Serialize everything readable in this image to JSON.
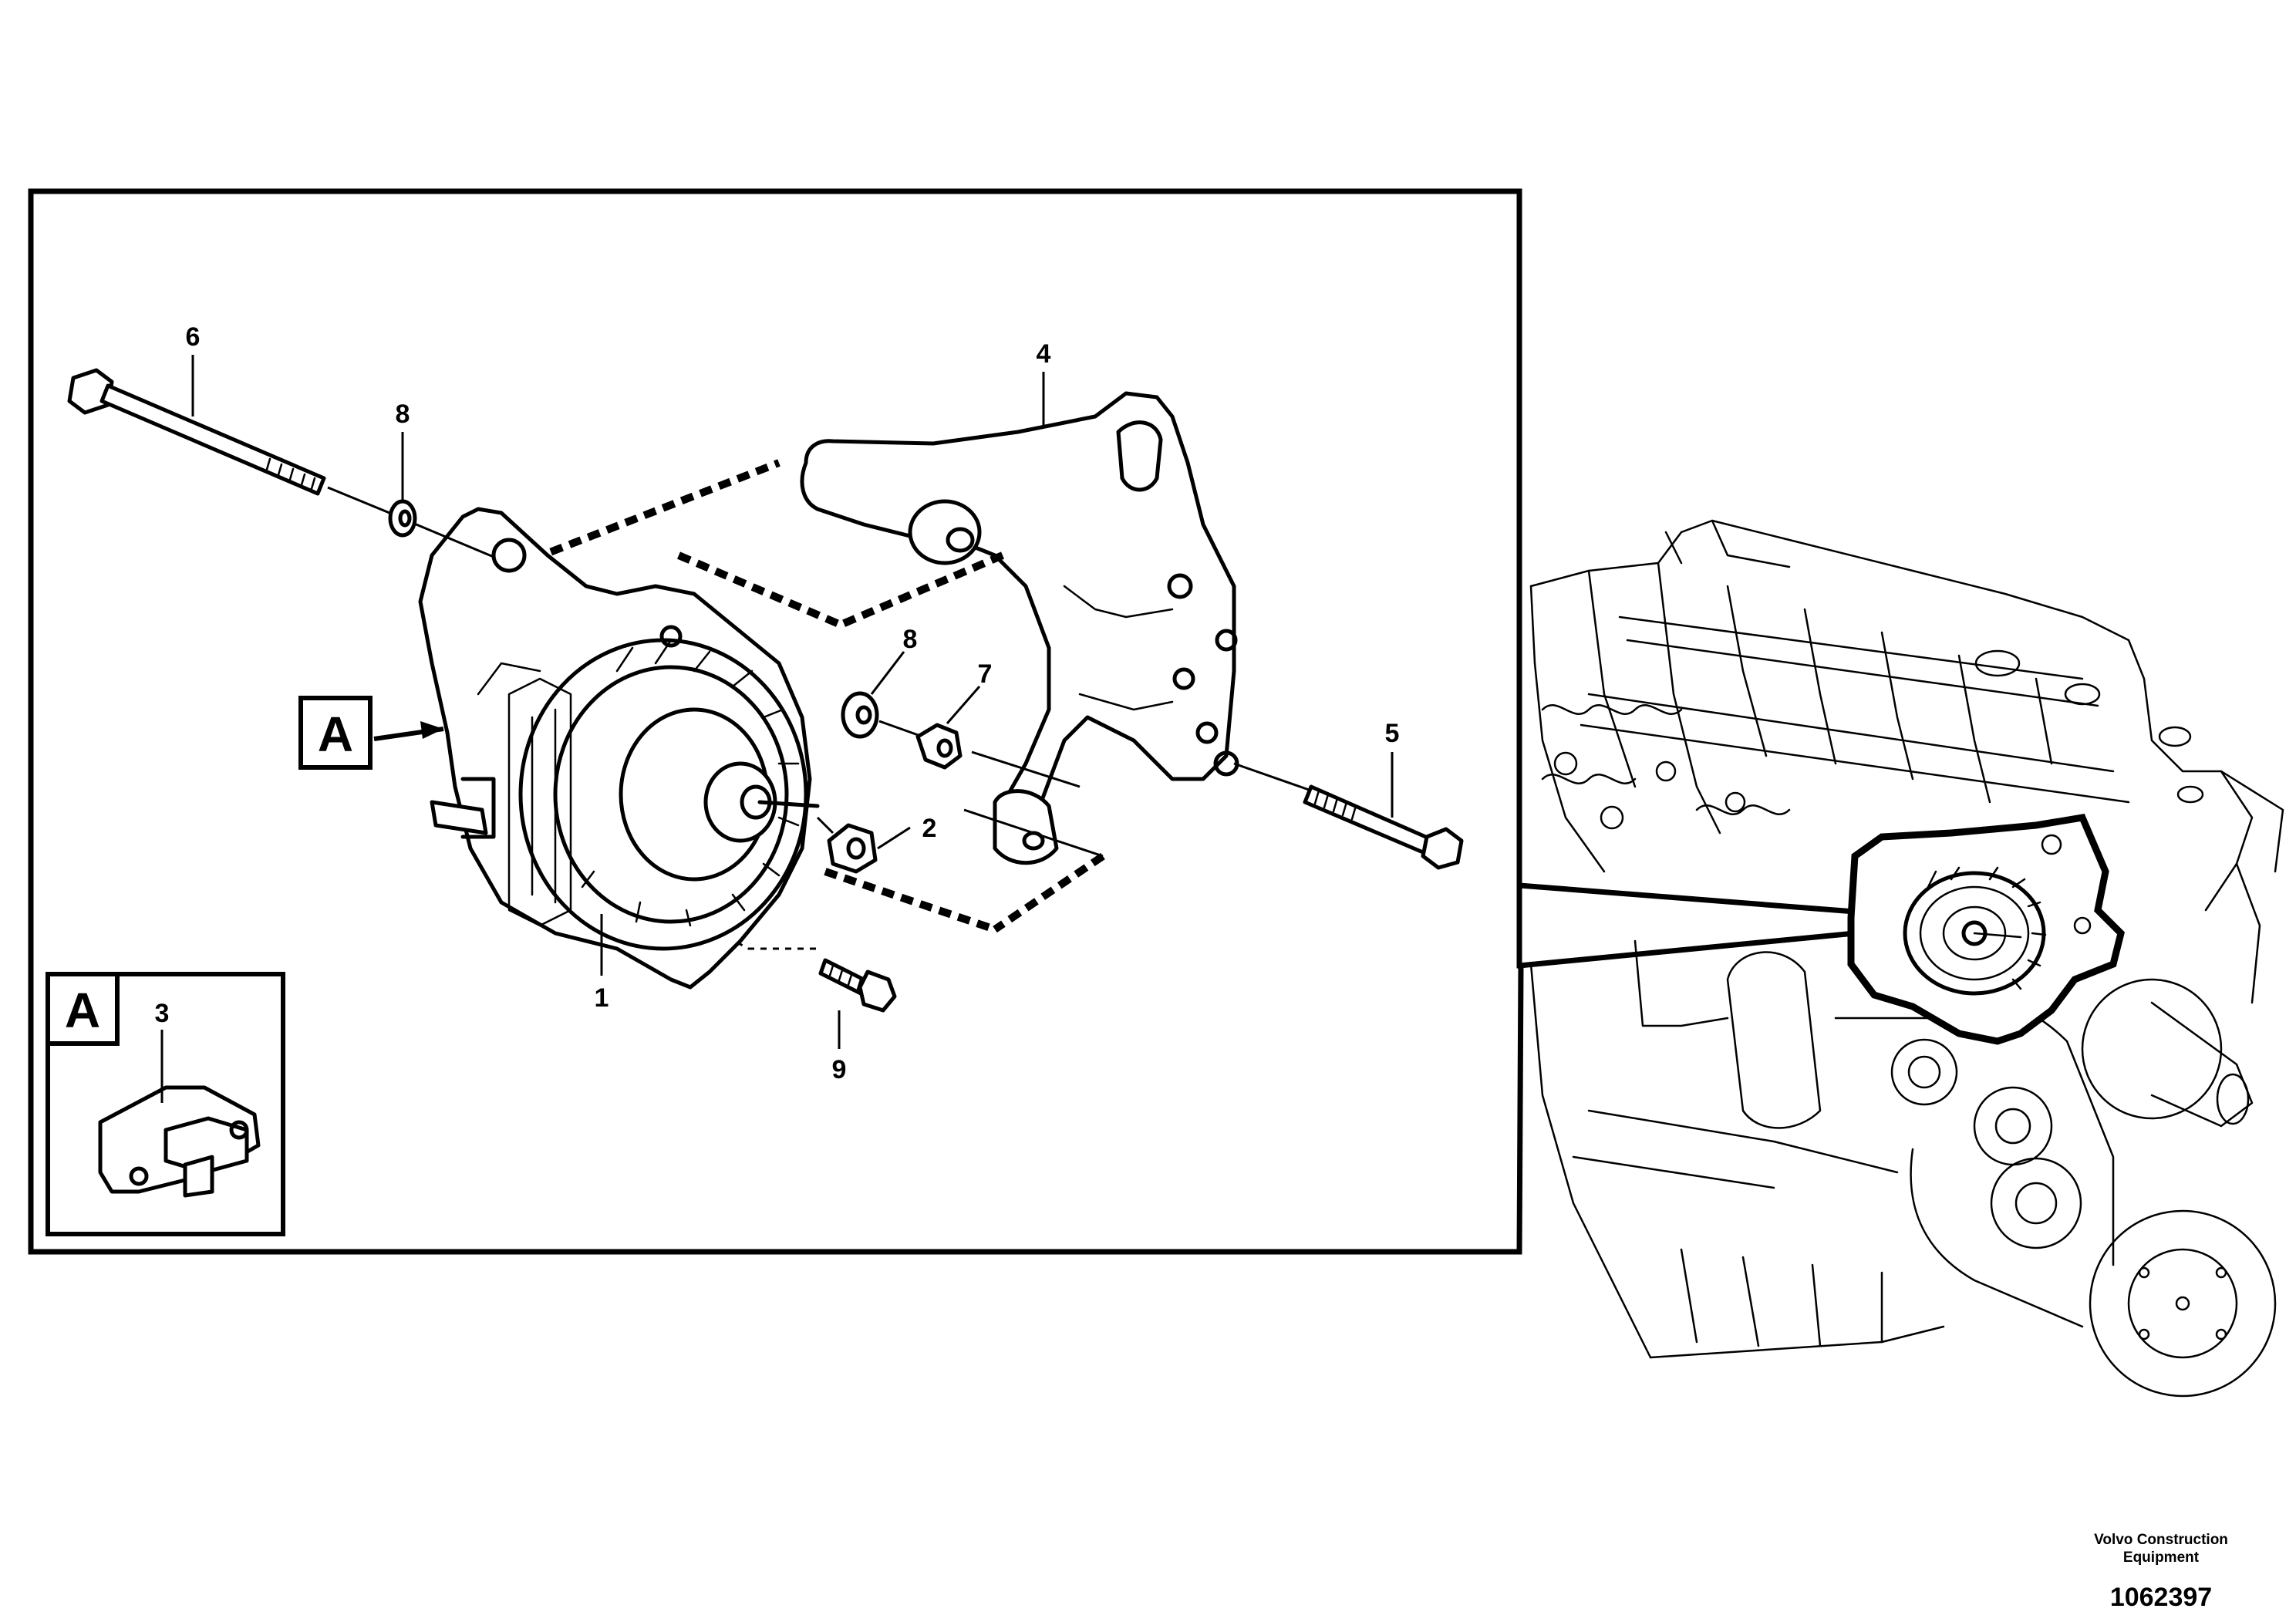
{
  "callouts": [
    {
      "id": "1",
      "label": "1"
    },
    {
      "id": "2",
      "label": "2"
    },
    {
      "id": "3",
      "label": "3"
    },
    {
      "id": "4",
      "label": "4"
    },
    {
      "id": "5",
      "label": "5"
    },
    {
      "id": "6",
      "label": "6"
    },
    {
      "id": "7",
      "label": "7"
    },
    {
      "id": "8a",
      "label": "8"
    },
    {
      "id": "8b",
      "label": "8"
    },
    {
      "id": "9",
      "label": "9"
    }
  ],
  "detail_label": "A",
  "detail_inset_label": "A",
  "footer": {
    "company_line1": "Volvo Construction",
    "company_line2": "Equipment",
    "drawing_number": "1062397"
  }
}
